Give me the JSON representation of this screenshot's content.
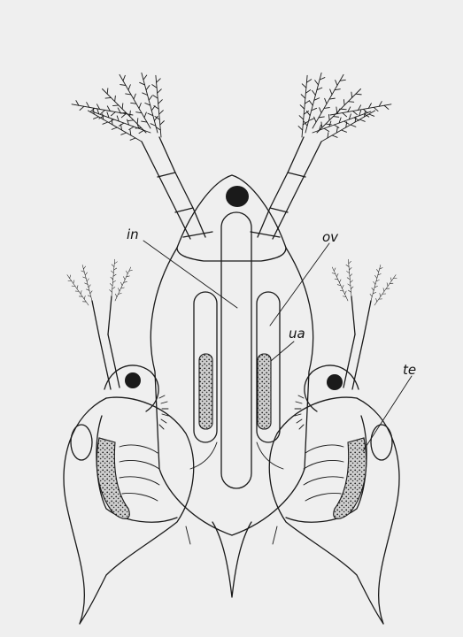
{
  "labels": {
    "in": "in",
    "ov": "ov",
    "ua": "ua",
    "te": "te"
  },
  "colors": {
    "background": "#efefef",
    "ink": "#1a1a1a"
  }
}
